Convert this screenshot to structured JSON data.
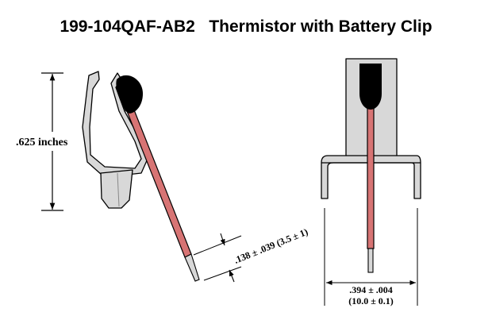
{
  "title": "199-104QAF-AB2   Thermistor with Battery Clip",
  "dimensions": {
    "height_label": ".625  inches",
    "lead_label": ".138 ± .039 (3.5 ± 1)",
    "width_label_in": ".394 ± .004",
    "width_label_mm": "(10.0 ± 0.1)"
  },
  "colors": {
    "clip_fill": "#d8d8d8",
    "lead_wire": "#d77474",
    "bead": "#000000",
    "line": "#000000"
  }
}
